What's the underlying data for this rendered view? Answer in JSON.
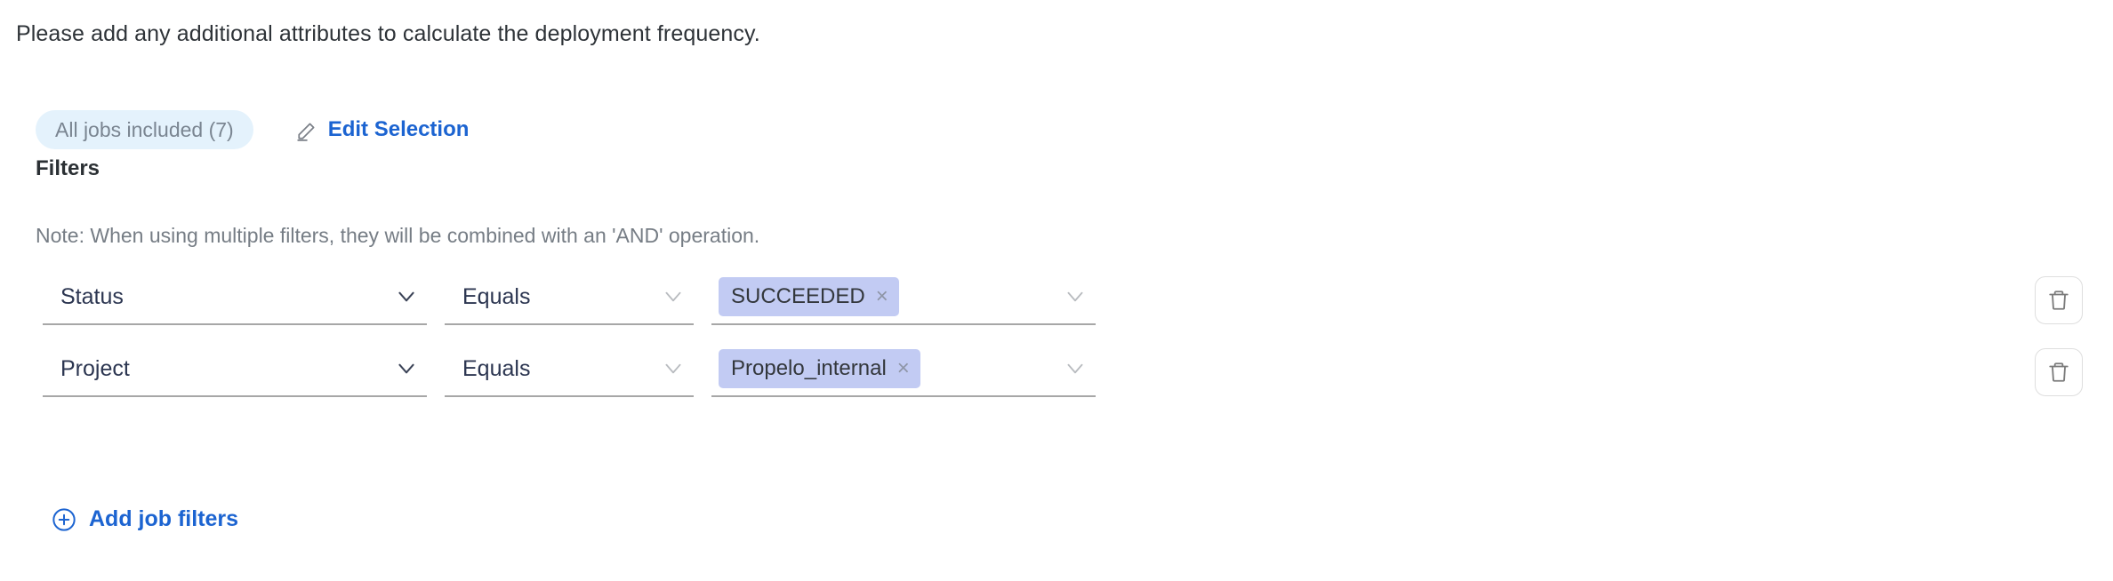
{
  "intro": {
    "text": "Please add any additional attributes to calculate the deployment frequency."
  },
  "selection": {
    "pill_label": "All jobs included (7)",
    "edit_label": "Edit Selection",
    "pencil_icon": "pencil-icon"
  },
  "filters": {
    "title": "Filters",
    "note": "Note: When using multiple filters, they will be combined with an 'AND' operation.",
    "add_label": "Add job filters",
    "add_icon": "plus-circle-icon",
    "delete_icon": "trash-icon",
    "rows": [
      {
        "attribute": "Status",
        "operator": "Equals",
        "value": "SUCCEEDED",
        "chip_remove": "×"
      },
      {
        "attribute": "Project",
        "operator": "Equals",
        "value": "Propelo_internal",
        "chip_remove": "×"
      }
    ]
  },
  "colors": {
    "link_blue": "#1c64d1",
    "pill_bg": "#e4f2fc",
    "pill_text": "#7a8591",
    "chip_bg": "#c2cbf3",
    "chip_text": "#33373c",
    "field_text": "#2c3651",
    "underline": "#a7a7a7",
    "note_text": "#767d85"
  }
}
